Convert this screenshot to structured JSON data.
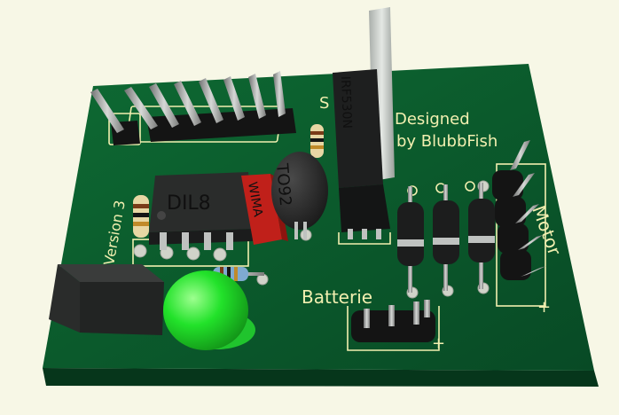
{
  "board": {
    "version_label": "Version 3",
    "designed_label": "Designed",
    "author_label": "by BlubbFish",
    "battery_label": "Batterie",
    "battery_plus": "+",
    "motor_label": "Motor",
    "motor_plus": "+",
    "s_label": "S"
  },
  "components": {
    "dil_label": "DIL8",
    "relay_label": "WIMA",
    "to92_label": "TO92",
    "mosfet_label": "IRF530N"
  },
  "colors": {
    "background": "#f7f7e6",
    "pcb": "#0b5a2c",
    "silkscreen": "#f2efb0",
    "led": "#22e22a",
    "capacitor": "#c0201a"
  }
}
